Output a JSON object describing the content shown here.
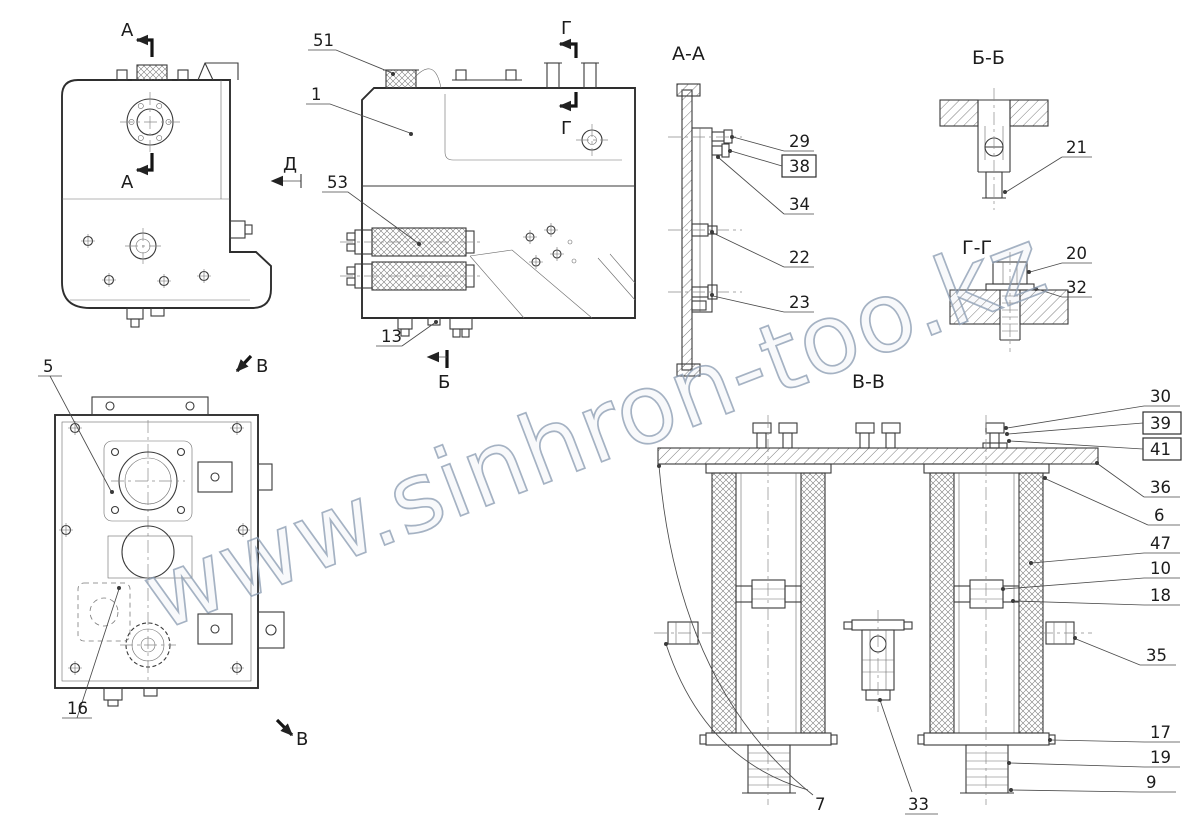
{
  "watermark": "www.sinhron-too.kz",
  "section_labels": {
    "aa": "А-А",
    "bb": "Б-Б",
    "vv": "В-В",
    "gg": "Г-Г"
  },
  "view_markers": {
    "a": "А",
    "b": "Б",
    "v": "В",
    "g": "Г",
    "d": "Д"
  },
  "callouts": {
    "c1": "1",
    "c5": "5",
    "c6": "6",
    "c7": "7",
    "c9": "9",
    "c10": "10",
    "c13": "13",
    "c16": "16",
    "c17": "17",
    "c18": "18",
    "c19": "19",
    "c20": "20",
    "c21": "21",
    "c22": "22",
    "c23": "23",
    "c29": "29",
    "c30": "30",
    "c32": "32",
    "c33": "33",
    "c34": "34",
    "c35": "35",
    "c36": "36",
    "c38": "38",
    "c39": "39",
    "c41": "41",
    "c47": "47",
    "c51": "51",
    "c53": "53"
  }
}
